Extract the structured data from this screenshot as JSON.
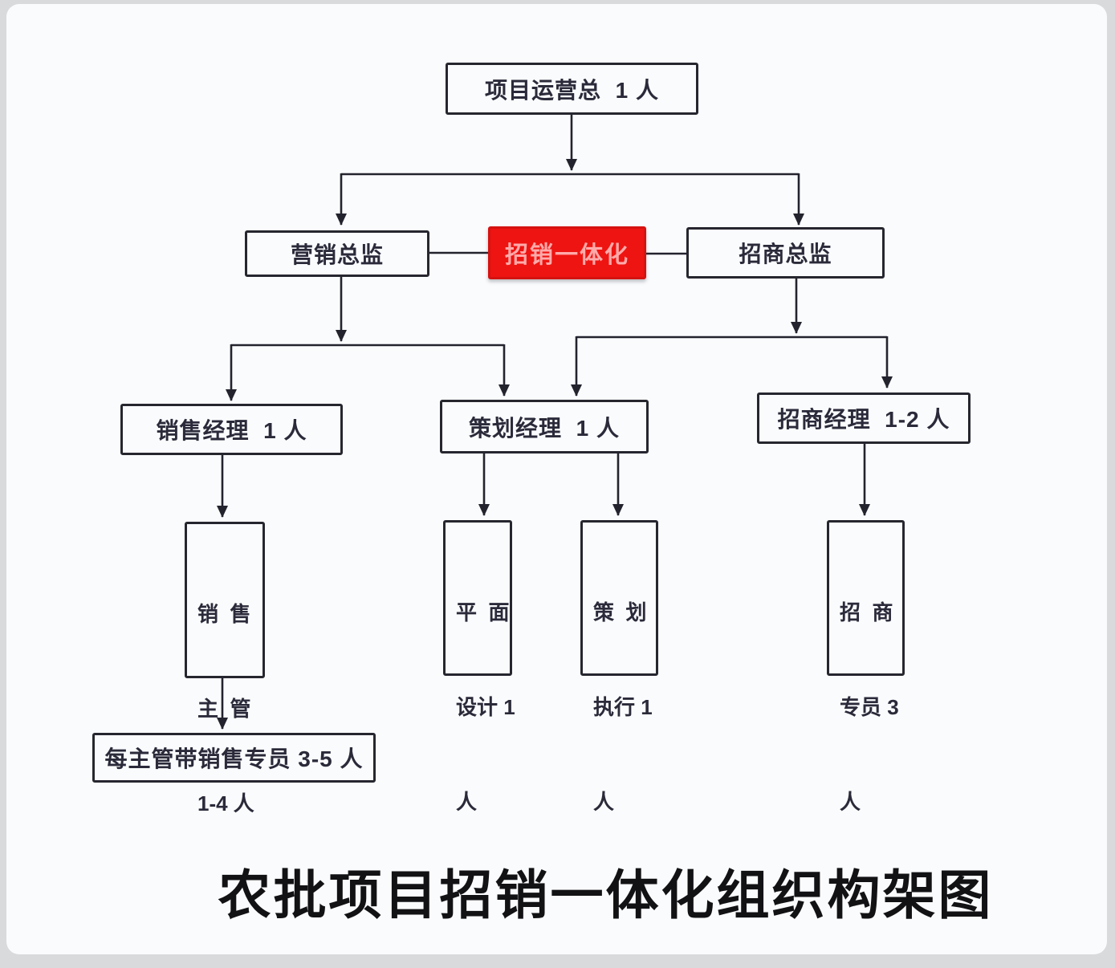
{
  "title": {
    "text": "农批项目招销一体化组织构架图"
  },
  "org": {
    "project_director": "项目运营总  1 人",
    "marketing_director": "营销总监",
    "integration_badge": "招销一体化",
    "investment_director": "招商总监",
    "sales_manager": "销售经理  1 人",
    "planning_manager": "策划经理  1 人",
    "investment_manager": "招商经理  1-2 人",
    "sales_supervisor": [
      "销  售",
      "主  管",
      "1-4 人"
    ],
    "graphic_designer": [
      "平  面",
      "设计 1",
      "人"
    ],
    "planning_executor": [
      "策  划",
      "执行 1",
      "人"
    ],
    "investment_specialist": [
      "招  商",
      "专员 3",
      "人"
    ],
    "sales_specialists": "每主管带销售专员 3-5 人"
  },
  "colors": {
    "accent_red": "#ee1411",
    "badge_text_pink": "#ffaaaa",
    "line_color": "#23232e",
    "box_border": "#26262f",
    "background": "#fafbfd"
  }
}
